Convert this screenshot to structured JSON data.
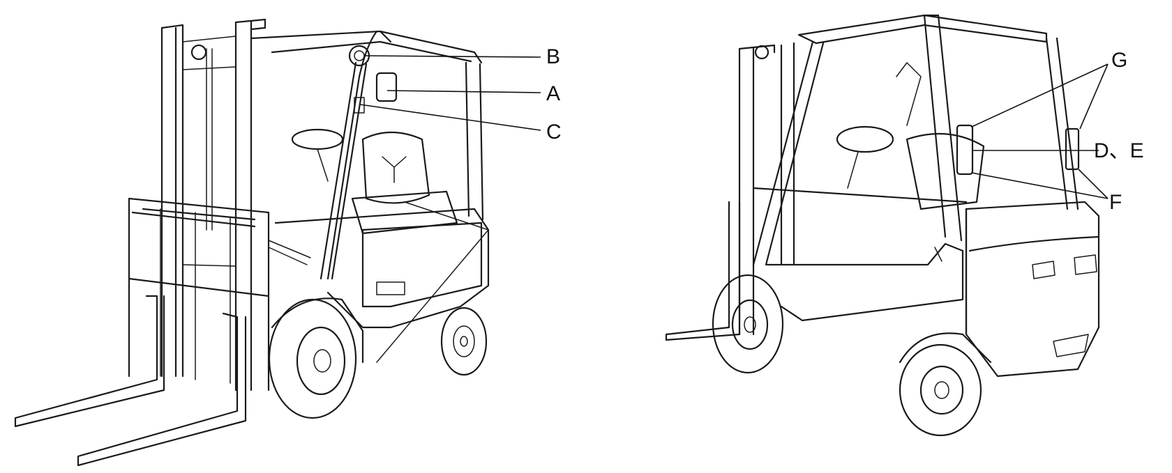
{
  "labels": {
    "A": "A",
    "B": "B",
    "C": "C",
    "G": "G",
    "DE": "D、E",
    "F": "F"
  }
}
